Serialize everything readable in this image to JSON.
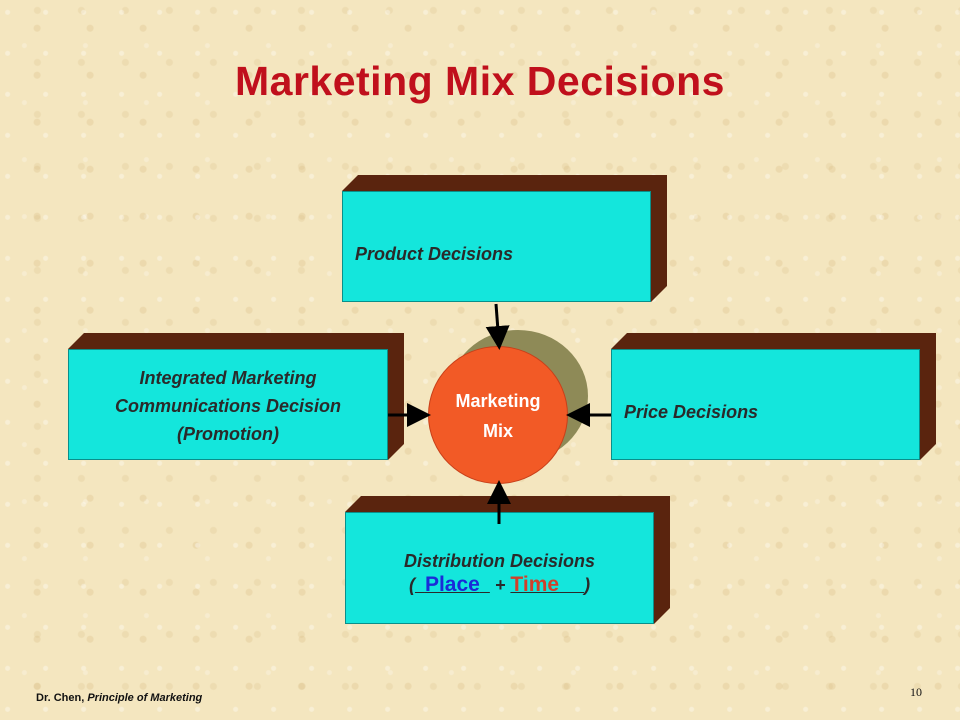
{
  "title": "Marketing Mix Decisions",
  "center": {
    "line1": "Marketing",
    "line2": "Mix"
  },
  "boxes": {
    "product": "Product Decisions",
    "price": "Price Decisions",
    "promotion": [
      "Integrated Marketing",
      "Communications Decision",
      "(Promotion)"
    ],
    "distribution": {
      "label": "Distribution Decisions",
      "open_paren": "(",
      "place": "Place",
      "plus": "+",
      "time": "Time",
      "close_paren": ")"
    }
  },
  "footer": {
    "author": "Dr. Chen, ",
    "course": "Principle of Marketing",
    "page": "10"
  },
  "colors": {
    "title": "#c0101c",
    "box_face": "#14e6dc",
    "box_shadow": "#5a240e",
    "circle": "#f25a26",
    "circle_shadow": "#8e8a57",
    "place": "#1a2bd8",
    "time": "#d0402a"
  }
}
